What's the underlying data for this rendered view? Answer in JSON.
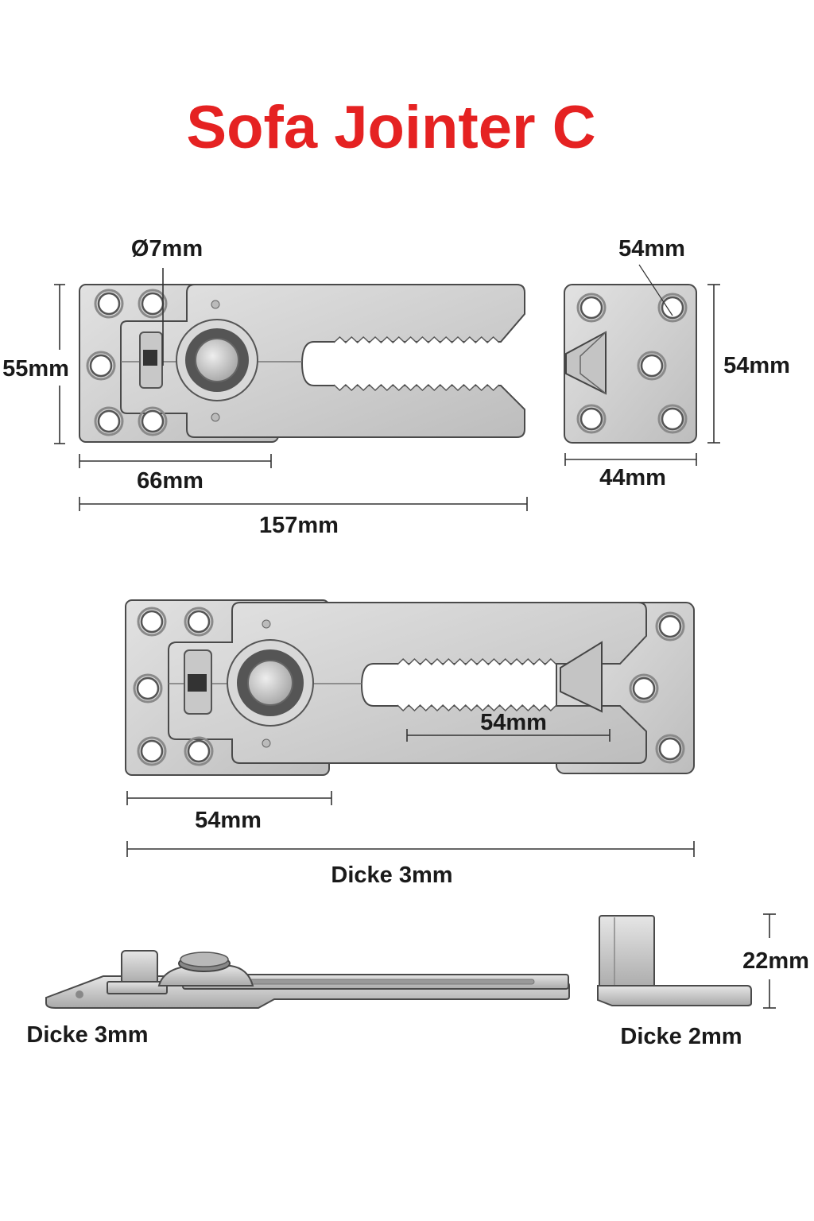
{
  "title": "Sofa Jointer C",
  "colors": {
    "title": "#e52222",
    "metal": "#d2d2d2",
    "outline": "#4a4a4a",
    "text": "#1a1a1a"
  },
  "top_view": {
    "hole_diameter": "Ø7mm",
    "height": "55mm",
    "base_width": "66mm",
    "total_length": "157mm"
  },
  "counter_plate": {
    "top_label": "54mm",
    "height": "54mm",
    "width": "44mm"
  },
  "assembled_view": {
    "inner_length": "54mm",
    "base_length": "54mm",
    "thickness": "Dicke 3mm"
  },
  "side_views": {
    "left_thickness": "Dicke 3mm",
    "bracket_height": "22mm",
    "right_thickness": "Dicke 2mm"
  }
}
